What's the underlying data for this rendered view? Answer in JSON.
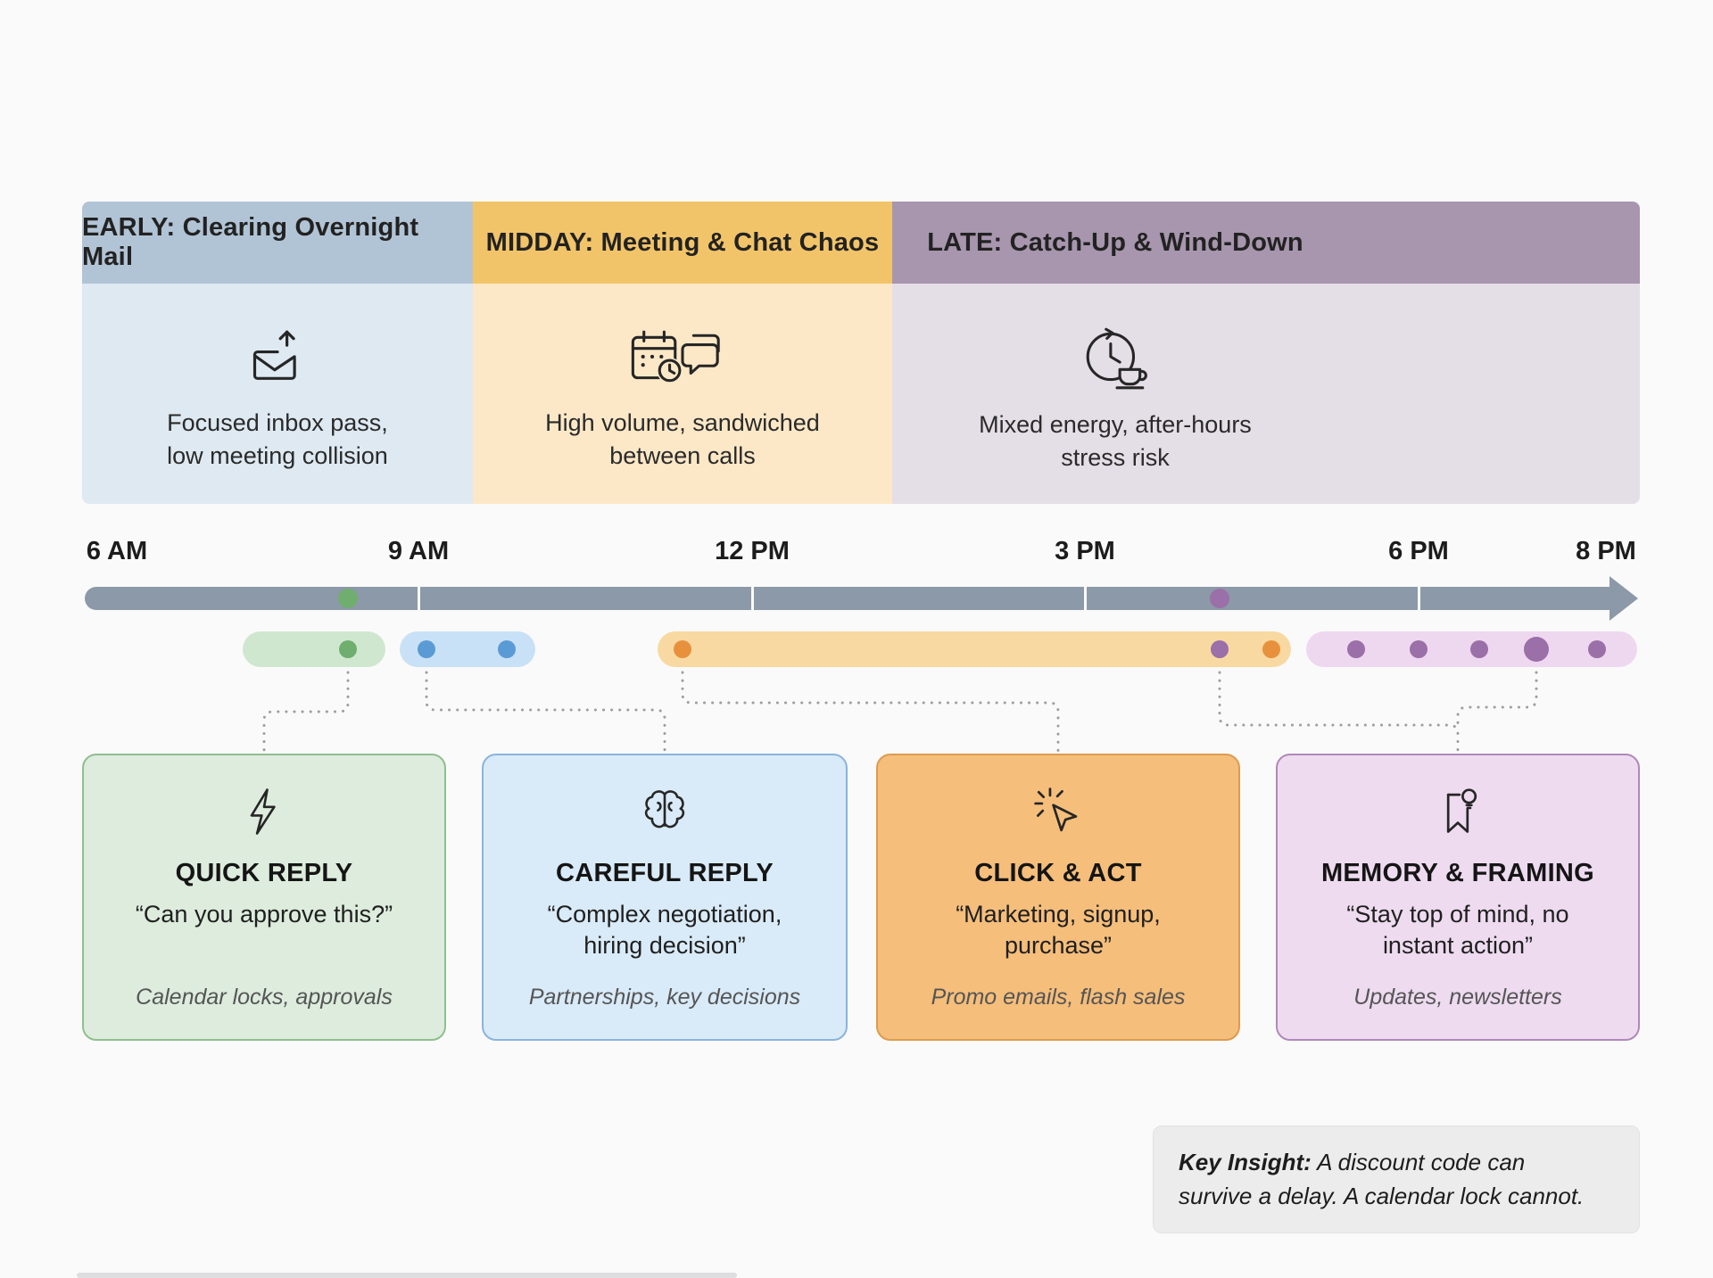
{
  "bands": [
    {
      "title": "EARLY: Clearing Overnight Mail",
      "description": "Focused inbox pass,\nlow meeting collision",
      "icon": "mail-send-icon",
      "header_color": "#b1c4d5",
      "body_color": "#dee9f2"
    },
    {
      "title": "MIDDAY: Meeting & Chat Chaos",
      "description": "High volume, sandwiched\nbetween calls",
      "icon": "calendar-chat-icon",
      "header_color": "#f2c469",
      "body_color": "#fce8c7"
    },
    {
      "title": "LATE: Catch-Up & Wind-Down",
      "description": "Mixed energy, after-hours\nstress risk",
      "icon": "clock-coffee-icon",
      "header_color": "#a796ae",
      "body_color": "#e4dee7"
    }
  ],
  "timeline": {
    "tick_labels": [
      "6 AM",
      "9 AM",
      "12 PM",
      "3 PM",
      "6 PM",
      "8 PM"
    ],
    "bar_color": "#8c99a8",
    "bar_marker_colors": [
      "#6fae6f",
      "#9b6fa8"
    ],
    "segments": [
      {
        "name": "early-window",
        "color": "#cfe7cf",
        "dots": [
          "#6fae6f"
        ]
      },
      {
        "name": "morning-window",
        "color": "#c9e1f6",
        "dots": [
          "#5b9bd5",
          "#5b9bd5"
        ]
      },
      {
        "name": "midday-window",
        "color": "#f8d9a2",
        "dots": [
          "#e8913d",
          "#9b6fa8",
          "#e8913d"
        ]
      },
      {
        "name": "evening-window",
        "color": "#eed8f0",
        "dots": [
          "#9b6fa8",
          "#9b6fa8",
          "#9b6fa8",
          "#9b6fa8",
          "#9b6fa8"
        ]
      }
    ]
  },
  "cards": [
    {
      "icon": "lightning-icon",
      "title": "QUICK REPLY",
      "quote": "“Can you approve this?”",
      "examples": "Calendar locks, approvals",
      "bg_color": "#ddecdd",
      "border_color": "#8fbe8f"
    },
    {
      "icon": "brain-icon",
      "title": "CAREFUL REPLY",
      "quote": "“Complex negotiation,\nhiring decision”",
      "examples": "Partnerships, key decisions",
      "bg_color": "#d9eaf8",
      "border_color": "#8ab4dc"
    },
    {
      "icon": "cursor-click-icon",
      "title": "CLICK & ACT",
      "quote": "“Marketing, signup,\npurchase”",
      "examples": "Promo emails, flash sales",
      "bg_color": "#f5be7b",
      "border_color": "#dd9b50"
    },
    {
      "icon": "bookmark-idea-icon",
      "title": "MEMORY & FRAMING",
      "quote": "“Stay top of mind, no\ninstant action”",
      "examples": "Updates, newsletters",
      "bg_color": "#eedbf0",
      "border_color": "#b088ba"
    }
  ],
  "key_insight": {
    "label": "Key Insight:",
    "text": "A discount code can\nsurvive a delay. A calendar lock cannot."
  }
}
